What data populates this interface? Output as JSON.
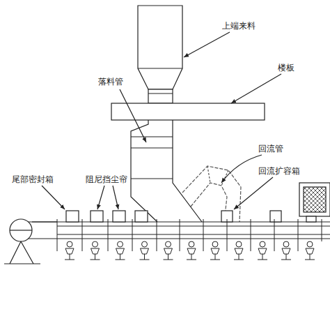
{
  "diagram": {
    "labels": [
      "上端来料",
      "楼板",
      "落料管",
      "回流管",
      "回流扩容箱",
      "尾部密封箱",
      "阻尼挡尘帘"
    ]
  }
}
